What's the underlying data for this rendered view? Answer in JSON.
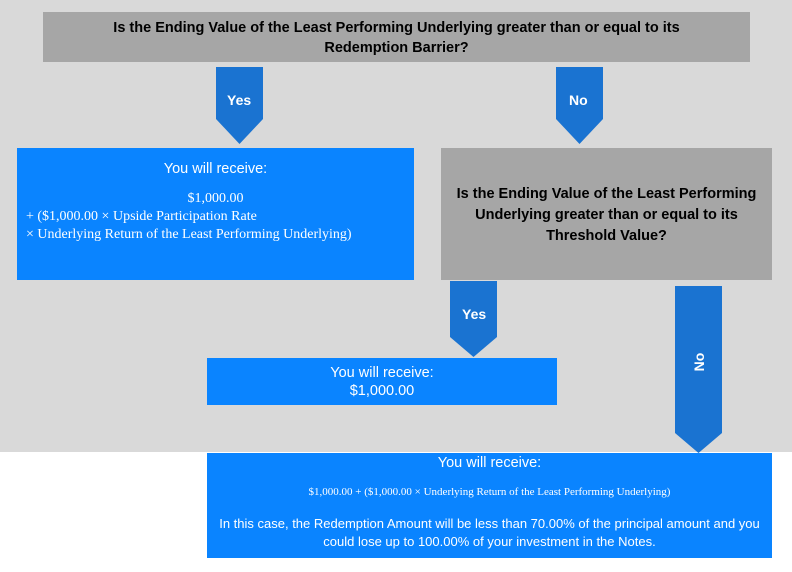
{
  "question1": {
    "text": "Is the Ending Value of the Least Performing Underlying greater than or equal to its Redemption Barrier?"
  },
  "question2": {
    "text": "Is the Ending Value of the Least Performing Underlying greater than or equal to its Threshold Value?"
  },
  "arrows": {
    "yes1": "Yes",
    "no1": "No",
    "yes2": "Yes",
    "no2": "No"
  },
  "result1": {
    "receive": "You will receive:",
    "amount": "$1,000.00",
    "line1": "+ ($1,000.00 × Upside Participation Rate",
    "line2": "× Underlying Return of the Least Performing Underlying)"
  },
  "result2": {
    "receive": "You will receive:",
    "amount": "$1,000.00"
  },
  "result3": {
    "receive": "You will receive:",
    "formula": "$1,000.00 + ($1,000.00 × Underlying Return of the Least Performing Underlying)",
    "note": "In this case, the Redemption Amount will be less than 70.00% of the principal amount and you could lose up to 100.00% of your investment in the Notes."
  },
  "colors": {
    "blue_box": "#0a84ff",
    "arrow_blue": "#1a73d1",
    "gray_box": "#a6a6a6",
    "background": "#d9d9d9"
  }
}
